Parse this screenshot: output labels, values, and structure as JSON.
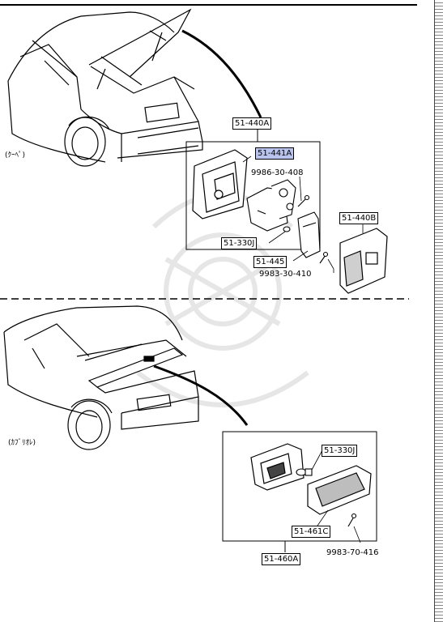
{
  "sections": {
    "coupe": {
      "body_label": "(ｸｰﾍﾟ)",
      "assembly_label": "51-440A",
      "parts": {
        "housing": "51-441A",
        "screw_upper": "9986-30-408",
        "cover_b": "51-440B",
        "bulb": "51-330J",
        "bracket": "51-445",
        "screw_lower": "9983-30-410"
      }
    },
    "cabriolet": {
      "body_label": "(ｶﾌﾞﾘｵﾚ)",
      "assembly_label": "51-460A",
      "parts": {
        "bulb": "51-330J",
        "lens": "51-461C",
        "screw": "9983-70-416"
      }
    }
  },
  "colors": {
    "highlight": "#b9c4ee",
    "line": "#000000"
  }
}
